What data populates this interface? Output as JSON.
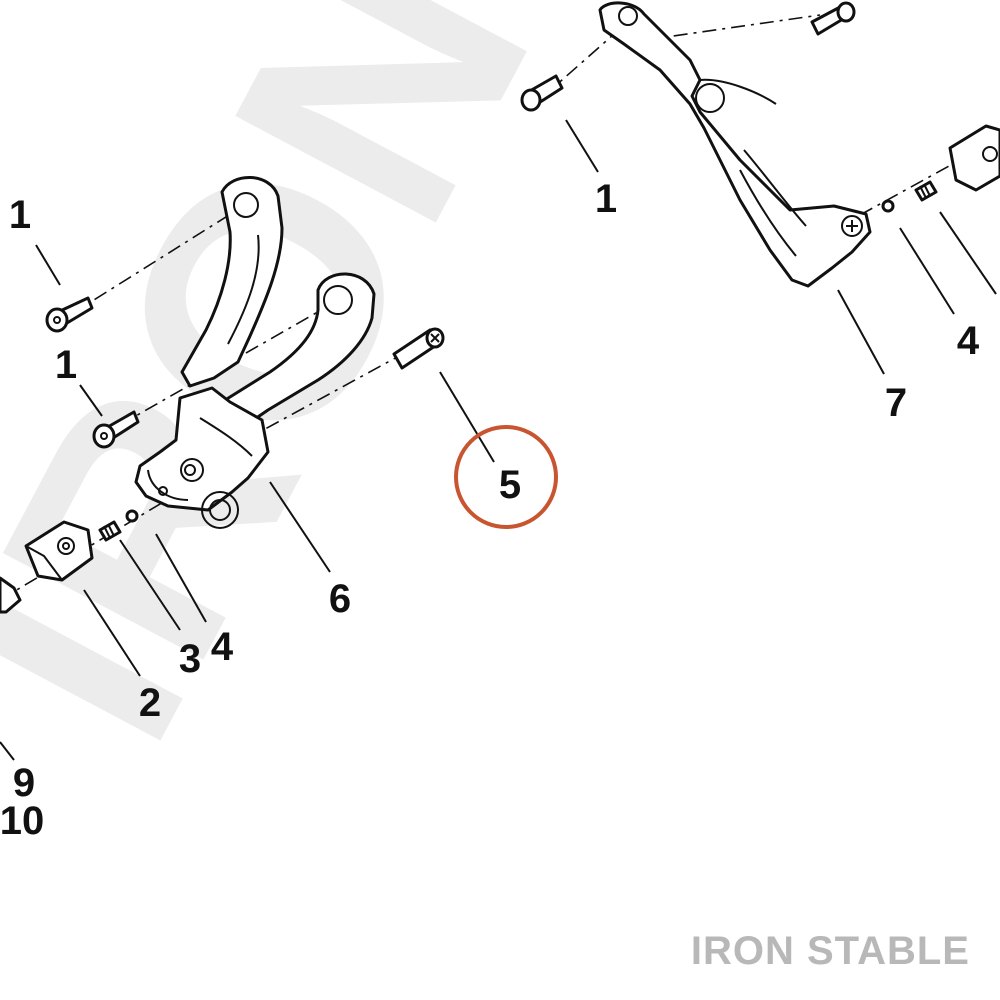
{
  "watermark": {
    "text": "IRON STABLE"
  },
  "brand": {
    "text": "IRON STABLE"
  },
  "highlight": {
    "color": "#c8552f",
    "target": "5"
  },
  "callouts": [
    "1",
    "1",
    "1",
    "2",
    "3",
    "4",
    "4",
    "5",
    "6",
    "7",
    "9",
    "10"
  ]
}
